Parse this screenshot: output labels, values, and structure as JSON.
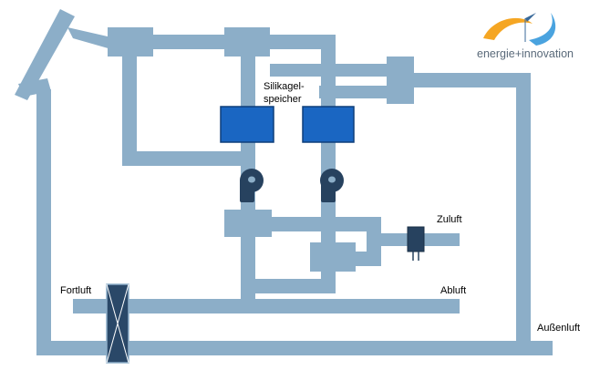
{
  "labels": {
    "silica_line1": "Silikagel-",
    "silica_line2": "speicher",
    "supply_air": "Zuluft",
    "exhaust_air": "Abluft",
    "outgoing_air": "Fortluft",
    "outside_air": "Außenluft"
  },
  "logo": {
    "text": "energie+innovation"
  },
  "colors": {
    "duct": "#8caec8",
    "storage": "#1a66c2",
    "fan": "#27425f",
    "component": "#2a4868",
    "logo_orange": "#f5a623",
    "logo_blue": "#4aa3df"
  }
}
